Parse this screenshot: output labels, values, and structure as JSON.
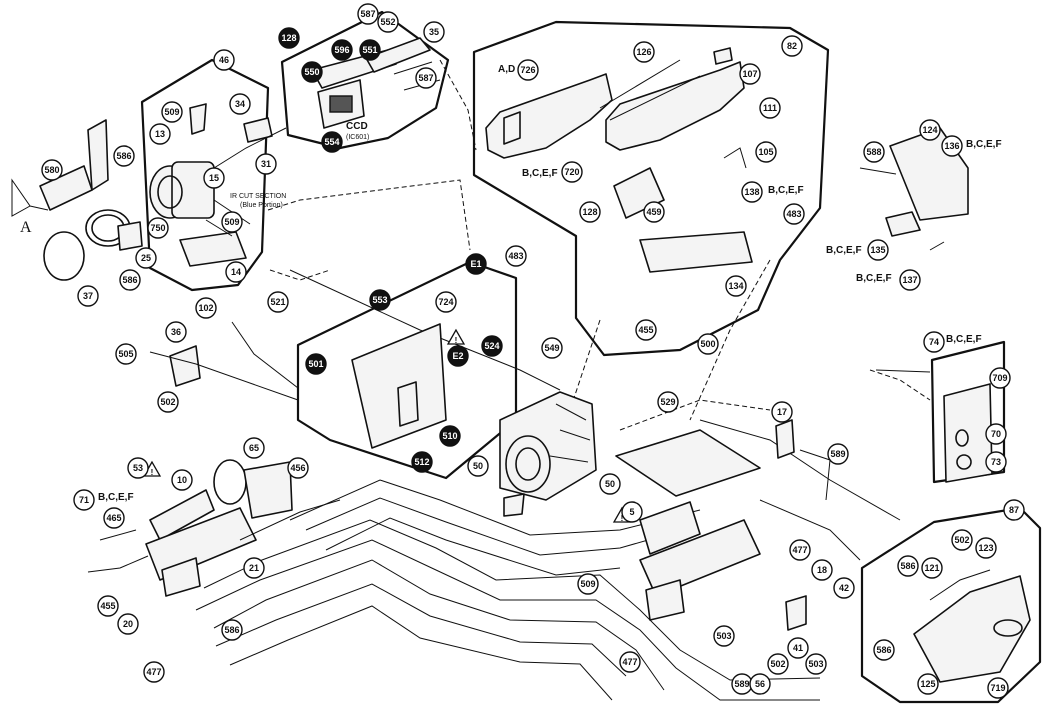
{
  "callouts": [
    {
      "id": "c1",
      "text": "46",
      "dark": false
    },
    {
      "id": "c2",
      "text": "128",
      "dark": true
    },
    {
      "id": "c3",
      "text": "587",
      "dark": false
    },
    {
      "id": "c4",
      "text": "552",
      "dark": false
    },
    {
      "id": "c5",
      "text": "35",
      "dark": false
    },
    {
      "id": "c6",
      "text": "596",
      "dark": true
    },
    {
      "id": "c7",
      "text": "551",
      "dark": true
    },
    {
      "id": "c8",
      "text": "550",
      "dark": true
    },
    {
      "id": "c9",
      "text": "587",
      "dark": false
    },
    {
      "id": "c10",
      "text": "34",
      "dark": false
    },
    {
      "id": "c11",
      "text": "31",
      "dark": false
    },
    {
      "id": "c12",
      "text": "15",
      "dark": false
    },
    {
      "id": "c13",
      "text": "554",
      "dark": true
    },
    {
      "id": "c14",
      "text": "509",
      "dark": false
    },
    {
      "id": "c15",
      "text": "13",
      "dark": false
    },
    {
      "id": "c16",
      "text": "750",
      "dark": false
    },
    {
      "id": "c17",
      "text": "509",
      "dark": false
    },
    {
      "id": "c18",
      "text": "14",
      "dark": false
    },
    {
      "id": "c19",
      "text": "580",
      "dark": false
    },
    {
      "id": "c20",
      "text": "586",
      "dark": false
    },
    {
      "id": "c21",
      "text": "25",
      "dark": false
    },
    {
      "id": "c22",
      "text": "586",
      "dark": false
    },
    {
      "id": "c23",
      "text": "37",
      "dark": false
    },
    {
      "id": "c24",
      "text": "726",
      "dark": false
    },
    {
      "id": "c25",
      "text": "126",
      "dark": false
    },
    {
      "id": "c26",
      "text": "82",
      "dark": false
    },
    {
      "id": "c27",
      "text": "107",
      "dark": false
    },
    {
      "id": "c28",
      "text": "111",
      "dark": false
    },
    {
      "id": "c29",
      "text": "720",
      "dark": false
    },
    {
      "id": "c30",
      "text": "105",
      "dark": false
    },
    {
      "id": "c31",
      "text": "138",
      "dark": false
    },
    {
      "id": "c32",
      "text": "128",
      "dark": false
    },
    {
      "id": "c33",
      "text": "459",
      "dark": false
    },
    {
      "id": "c34",
      "text": "483",
      "dark": false
    },
    {
      "id": "c35",
      "text": "483",
      "dark": false
    },
    {
      "id": "c36",
      "text": "124",
      "dark": false
    },
    {
      "id": "c37",
      "text": "136",
      "dark": false
    },
    {
      "id": "c38",
      "text": "588",
      "dark": false
    },
    {
      "id": "c39",
      "text": "135",
      "dark": false
    },
    {
      "id": "c40",
      "text": "137",
      "dark": false
    },
    {
      "id": "c41",
      "text": "134",
      "dark": false
    },
    {
      "id": "c42",
      "text": "455",
      "dark": false
    },
    {
      "id": "c43",
      "text": "500",
      "dark": false
    },
    {
      "id": "c44",
      "text": "E1",
      "dark": true
    },
    {
      "id": "c45",
      "text": "102",
      "dark": false
    },
    {
      "id": "c46",
      "text": "521",
      "dark": false
    },
    {
      "id": "c47",
      "text": "553",
      "dark": true
    },
    {
      "id": "c48",
      "text": "724",
      "dark": false
    },
    {
      "id": "c49",
      "text": "36",
      "dark": false
    },
    {
      "id": "c50",
      "text": "505",
      "dark": false
    },
    {
      "id": "c51",
      "text": "501",
      "dark": true
    },
    {
      "id": "c52",
      "text": "E2",
      "dark": true
    },
    {
      "id": "c53",
      "text": "524",
      "dark": true
    },
    {
      "id": "c54",
      "text": "549",
      "dark": false
    },
    {
      "id": "c55",
      "text": "502",
      "dark": false
    },
    {
      "id": "c56",
      "text": "510",
      "dark": true
    },
    {
      "id": "c57",
      "text": "512",
      "dark": true
    },
    {
      "id": "c58",
      "text": "50",
      "dark": false
    },
    {
      "id": "c59",
      "text": "529",
      "dark": false
    },
    {
      "id": "c60",
      "text": "17",
      "dark": false
    },
    {
      "id": "c61",
      "text": "74",
      "dark": false
    },
    {
      "id": "c62",
      "text": "709",
      "dark": false
    },
    {
      "id": "c63",
      "text": "70",
      "dark": false
    },
    {
      "id": "c64",
      "text": "73",
      "dark": false
    },
    {
      "id": "c65",
      "text": "65",
      "dark": false
    },
    {
      "id": "c66",
      "text": "53",
      "dark": false
    },
    {
      "id": "c67",
      "text": "10",
      "dark": false
    },
    {
      "id": "c68",
      "text": "456",
      "dark": false
    },
    {
      "id": "c69",
      "text": "71",
      "dark": false
    },
    {
      "id": "c70",
      "text": "465",
      "dark": false
    },
    {
      "id": "c71",
      "text": "21",
      "dark": false
    },
    {
      "id": "c72",
      "text": "455",
      "dark": false
    },
    {
      "id": "c73",
      "text": "20",
      "dark": false
    },
    {
      "id": "c74",
      "text": "586",
      "dark": false
    },
    {
      "id": "c75",
      "text": "477",
      "dark": false
    },
    {
      "id": "c76",
      "text": "50",
      "dark": false
    },
    {
      "id": "c77",
      "text": "589",
      "dark": false
    },
    {
      "id": "c78",
      "text": "5",
      "dark": false
    },
    {
      "id": "c79",
      "text": "477",
      "dark": false
    },
    {
      "id": "c80",
      "text": "18",
      "dark": false
    },
    {
      "id": "c81",
      "text": "42",
      "dark": false
    },
    {
      "id": "c82",
      "text": "509",
      "dark": false
    },
    {
      "id": "c83",
      "text": "503",
      "dark": false
    },
    {
      "id": "c84",
      "text": "41",
      "dark": false
    },
    {
      "id": "c85",
      "text": "502",
      "dark": false
    },
    {
      "id": "c86",
      "text": "477",
      "dark": false
    },
    {
      "id": "c87",
      "text": "589",
      "dark": false
    },
    {
      "id": "c88",
      "text": "503",
      "dark": false
    },
    {
      "id": "c89",
      "text": "56",
      "dark": false
    },
    {
      "id": "c90",
      "text": "87",
      "dark": false
    },
    {
      "id": "c91",
      "text": "586",
      "dark": false
    },
    {
      "id": "c92",
      "text": "121",
      "dark": false
    },
    {
      "id": "c93",
      "text": "502",
      "dark": false
    },
    {
      "id": "c94",
      "text": "123",
      "dark": false
    },
    {
      "id": "c95",
      "text": "586",
      "dark": false
    },
    {
      "id": "c96",
      "text": "125",
      "dark": false
    },
    {
      "id": "c97",
      "text": "719",
      "dark": false
    }
  ],
  "labels": {
    "ccd": "CCD",
    "ic601": "(IC601)",
    "ir_cut_1": "IR CUT SECTION",
    "ir_cut_2": "(Blue Portion)",
    "ad": "A,D",
    "bcef_1": "B,C,E,F",
    "bcef_2": "B,C,E,F",
    "bcef_3": "B,C,E,F",
    "bcef_4": "B,C,E,F",
    "bcef_5": "B,C,E,F",
    "bcef_6": "B,C,E,F",
    "bcef_7": "B,C,E,F",
    "letter_a": "A"
  }
}
